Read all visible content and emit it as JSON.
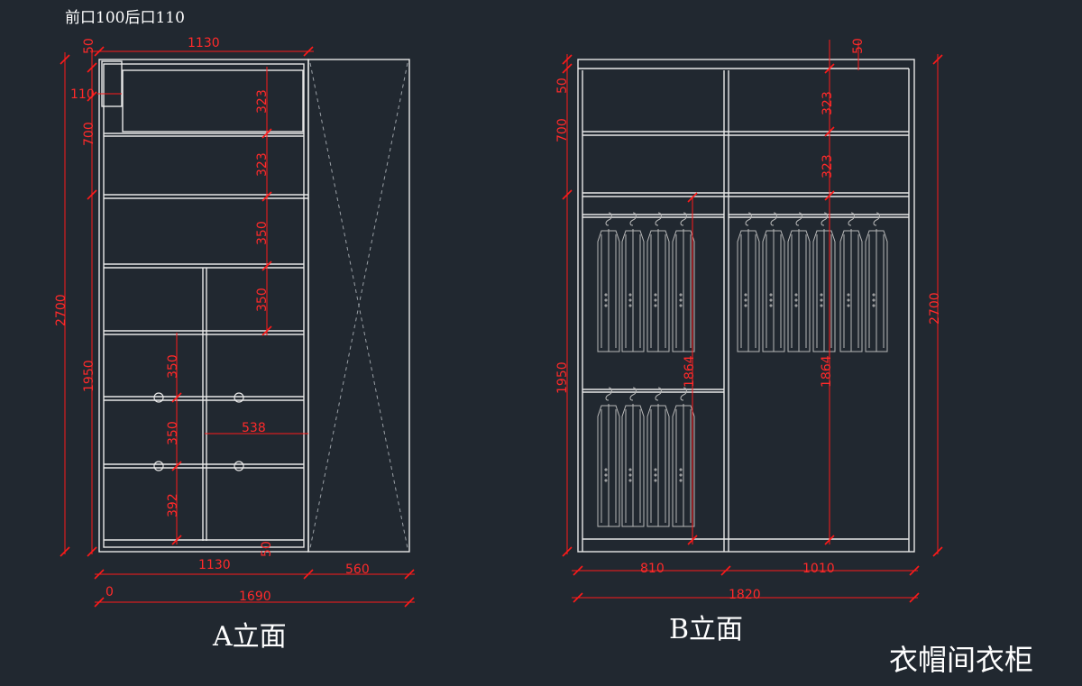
{
  "notes": {
    "front_back": "前口100后口110"
  },
  "elevation_a": {
    "title": "A立面",
    "dims": {
      "top_width": "1130",
      "top_offset": "50",
      "side_offset": "110",
      "total_height": "2700",
      "upper_height": "700",
      "lower_height": "1950",
      "shelf_1": "323",
      "shelf_2": "323",
      "shelf_3": "350",
      "shelf_4": "350",
      "drawer_1": "350",
      "drawer_2": "350",
      "drawer_3": "392",
      "drawer_width": "538",
      "base": "50",
      "bottom_width": "1130",
      "door_width": "560",
      "overall_width": "1690",
      "zero": "0"
    }
  },
  "elevation_b": {
    "title": "B立面",
    "dims": {
      "top_offset": "50",
      "upper_height": "700",
      "lower_height": "1950",
      "total_height": "2700",
      "shelf_1": "323",
      "shelf_2": "323",
      "hang_left": "1864",
      "hang_right": "1864",
      "left_width": "810",
      "right_width": "1010",
      "overall_width": "1820"
    }
  },
  "drawing_title": "衣帽间衣柜"
}
